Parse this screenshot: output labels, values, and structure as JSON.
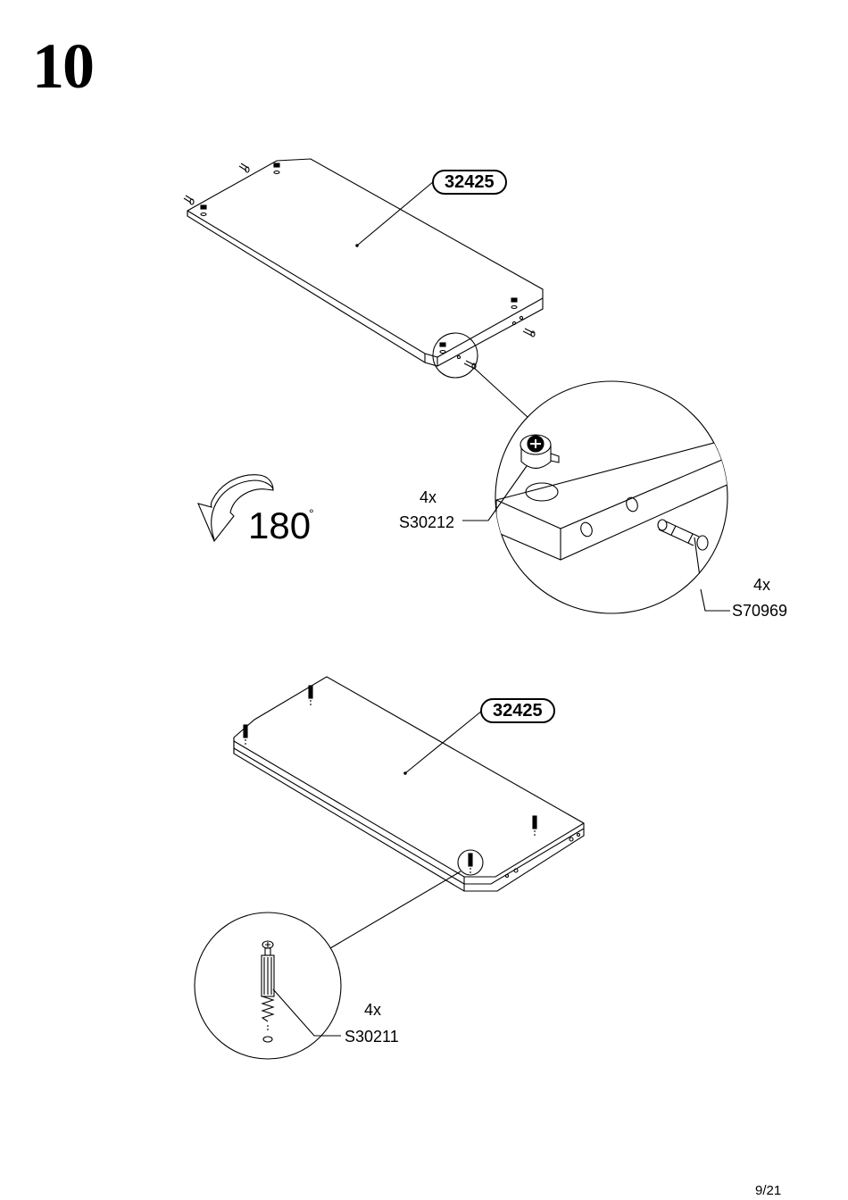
{
  "step_number": "10",
  "top_panel": {
    "part_label": "32425"
  },
  "rotation": {
    "angle": "180",
    "degree_symbol": "°"
  },
  "cam_lock": {
    "qty": "4x",
    "code": "S30212"
  },
  "dowel": {
    "qty": "4x",
    "code": "S70969"
  },
  "bottom_panel": {
    "part_label": "32425"
  },
  "cam_bolt": {
    "qty": "4x",
    "code": "S30211"
  },
  "page_number": "9/21"
}
